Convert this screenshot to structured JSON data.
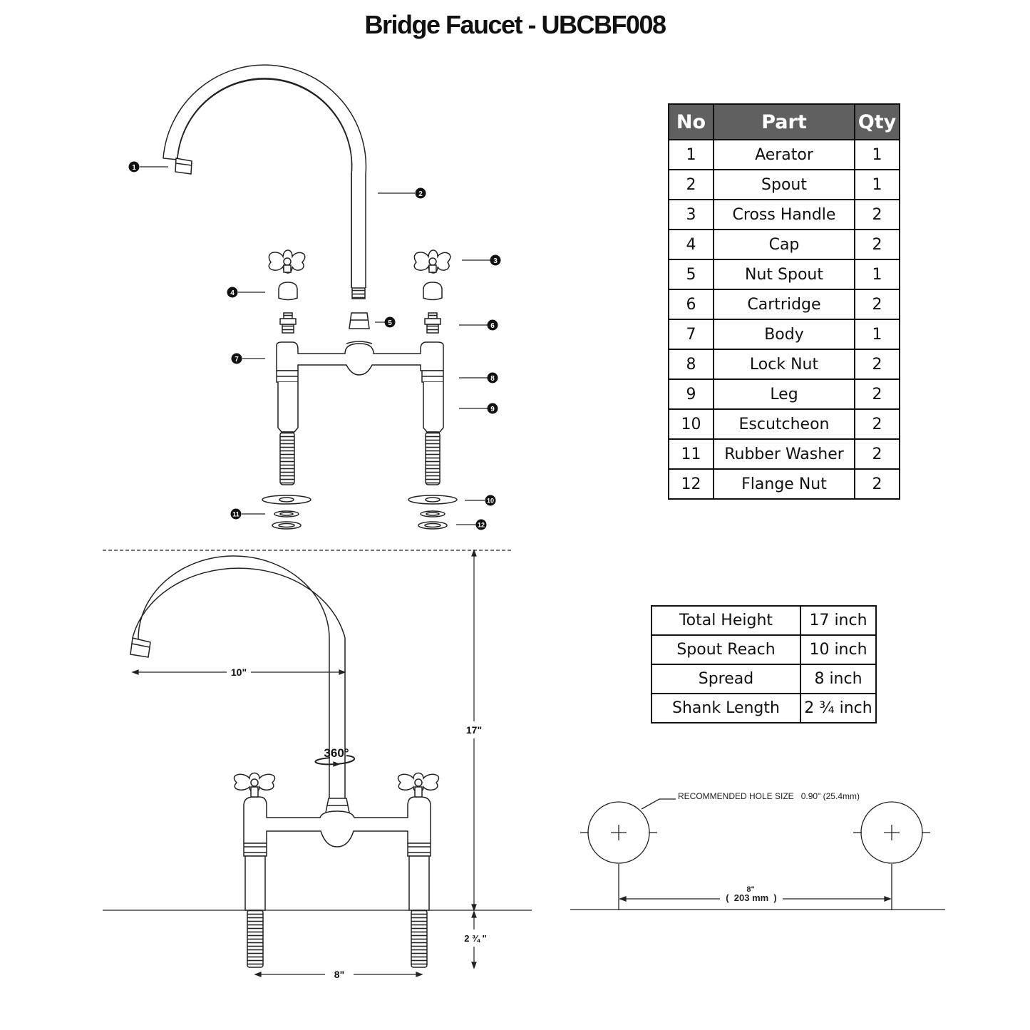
{
  "title": "Bridge Faucet - UBCBF008",
  "callouts": [
    "1",
    "2",
    "3",
    "4",
    "5",
    "6",
    "7",
    "8",
    "9",
    "10",
    "11",
    "12"
  ],
  "parts_table": {
    "headers": {
      "no": "No",
      "part": "Part",
      "qty": "Qty"
    },
    "rows": [
      {
        "no": "1",
        "part": "Aerator",
        "qty": "1"
      },
      {
        "no": "2",
        "part": "Spout",
        "qty": "1"
      },
      {
        "no": "3",
        "part": "Cross Handle",
        "qty": "2"
      },
      {
        "no": "4",
        "part": "Cap",
        "qty": "2"
      },
      {
        "no": "5",
        "part": "Nut Spout",
        "qty": "1"
      },
      {
        "no": "6",
        "part": "Cartridge",
        "qty": "2"
      },
      {
        "no": "7",
        "part": "Body",
        "qty": "1"
      },
      {
        "no": "8",
        "part": "Lock Nut",
        "qty": "2"
      },
      {
        "no": "9",
        "part": "Leg",
        "qty": "2"
      },
      {
        "no": "10",
        "part": "Escutcheon",
        "qty": "2"
      },
      {
        "no": "11",
        "part": "Rubber Washer",
        "qty": "2"
      },
      {
        "no": "12",
        "part": "Flange Nut",
        "qty": "2"
      }
    ]
  },
  "spec_table": [
    {
      "label": "Total Height",
      "value": "17 inch"
    },
    {
      "label": "Spout Reach",
      "value": "10 inch"
    },
    {
      "label": "Spread",
      "value": "8 inch"
    },
    {
      "label": "Shank Length",
      "value": "2 ¾ inch"
    }
  ],
  "dimensions": {
    "reach": "10\"",
    "height": "17\"",
    "shank": "2 ¾ \"",
    "spread": "8\"",
    "rotation": "360°"
  },
  "hole_diagram": {
    "note": "RECOMMENDED HOLE SIZE   0.90\" (25.4mm)",
    "spacing_inch": "8\"",
    "spacing_mm": "(  203 mm  )"
  }
}
